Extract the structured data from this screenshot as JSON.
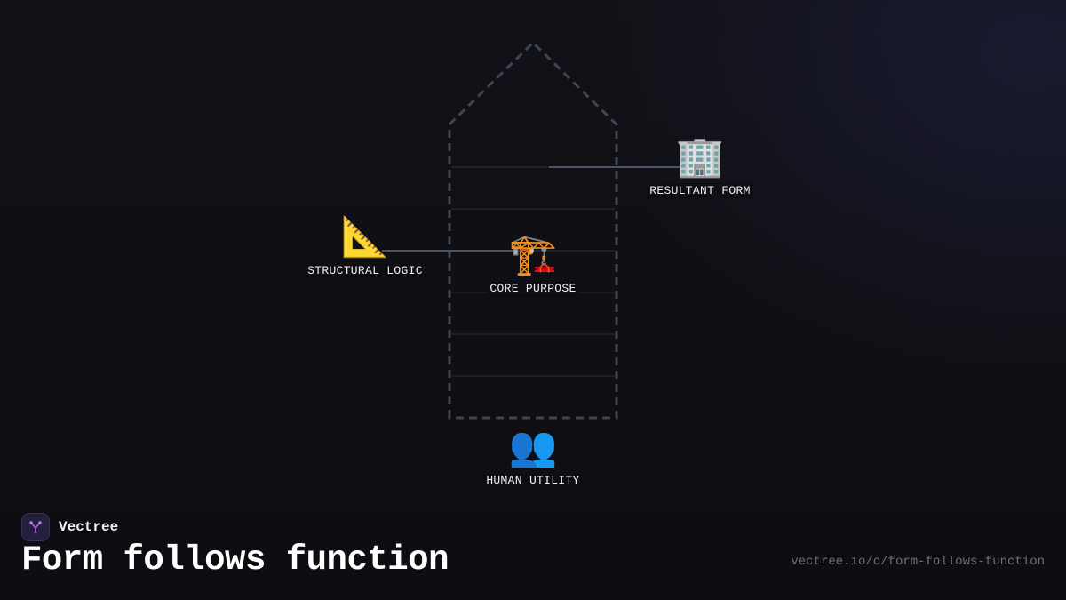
{
  "brand": {
    "name": "Vectree",
    "logo_icon": "tree-branch-icon",
    "logo_color": "#a05bd6"
  },
  "title": "Form follows function",
  "url": "vectree.io/c/form-follows-function",
  "colors": {
    "background": "#0f0f13",
    "outline": "#3c4656",
    "connector": "#4a5668",
    "label": "#f2f2f2",
    "url_text": "#6f6f78"
  },
  "diagram": {
    "nodes": [
      {
        "id": "resultant-form",
        "label": "RESULTANT FORM",
        "icon": "office-building-icon",
        "glyph": "🏢"
      },
      {
        "id": "structural-logic",
        "label": "STRUCTURAL LOGIC",
        "icon": "triangle-ruler-icon",
        "glyph": "📐"
      },
      {
        "id": "core-purpose",
        "label": "CORE PURPOSE",
        "icon": "construction-crane-icon",
        "glyph": "🏗️"
      },
      {
        "id": "human-utility",
        "label": "HUMAN UTILITY",
        "icon": "people-icon",
        "glyph": "👥"
      }
    ]
  }
}
